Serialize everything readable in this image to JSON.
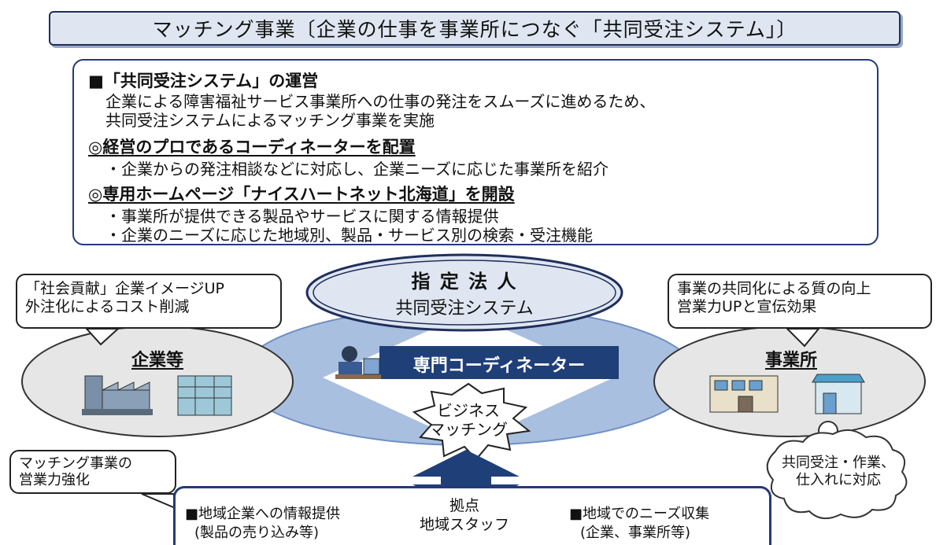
{
  "title": "マッチング事業〔企業の仕事を事業所につなぐ「共同受注システム」〕",
  "system_box": {
    "heading": "■「共同受注システム」の運営",
    "desc_line1": "企業による障害福祉サービス事業所への仕事の発注をスムーズに進めるため、",
    "desc_line2": "共同受注システムによるマッチング事業を実施",
    "point1": "◎経営のプロであるコーディネーターを配置",
    "point1_sub": "・企業からの発注相談などに対応し、企業ニーズに応じた事業所を紹介",
    "point2": "◎専用ホームページ「ナイスハートネット北海道」を開設",
    "point2_sub1": "・事業所が提供できる製品やサービスに関する情報提供",
    "point2_sub2": "・企業のニーズに応じた地域別、製品・サービス別の検索・受注機能"
  },
  "center": {
    "designated_line1": "指 定 法 人",
    "designated_line2": "共同受注システム",
    "coordinator": "専門コーディネーター",
    "business_line1": "ビジネス",
    "business_line2": "マッチング"
  },
  "left": {
    "bubble_line1": "「社会貢献」企業イメージUP",
    "bubble_line2": "外注化によるコスト削減",
    "label": "企業等"
  },
  "right": {
    "bubble_line1": "事業の共同化による質の向上",
    "bubble_line2": "営業力UPと宣伝効果",
    "label": "事業所",
    "thought_line1": "共同受注・作業、",
    "thought_line2": "仕入れに対応"
  },
  "bottom": {
    "left_bubble_line1": "マッチング事業の",
    "left_bubble_line2": "営業力強化",
    "info_line1": "■地域企業への情報提供",
    "info_line2": "(製品の売り込み等)",
    "hub_line1": "拠点",
    "hub_line2": "地域スタッフ",
    "needs_line1": "■地域でのニーズ収集",
    "needs_line2": "(企業、事業所等)"
  },
  "colors": {
    "navy": "#1f2f5c",
    "light_blue": "#9fb6da",
    "banner_fill": "#dfe6f1",
    "coordinator_fill": "#1f3f78"
  }
}
